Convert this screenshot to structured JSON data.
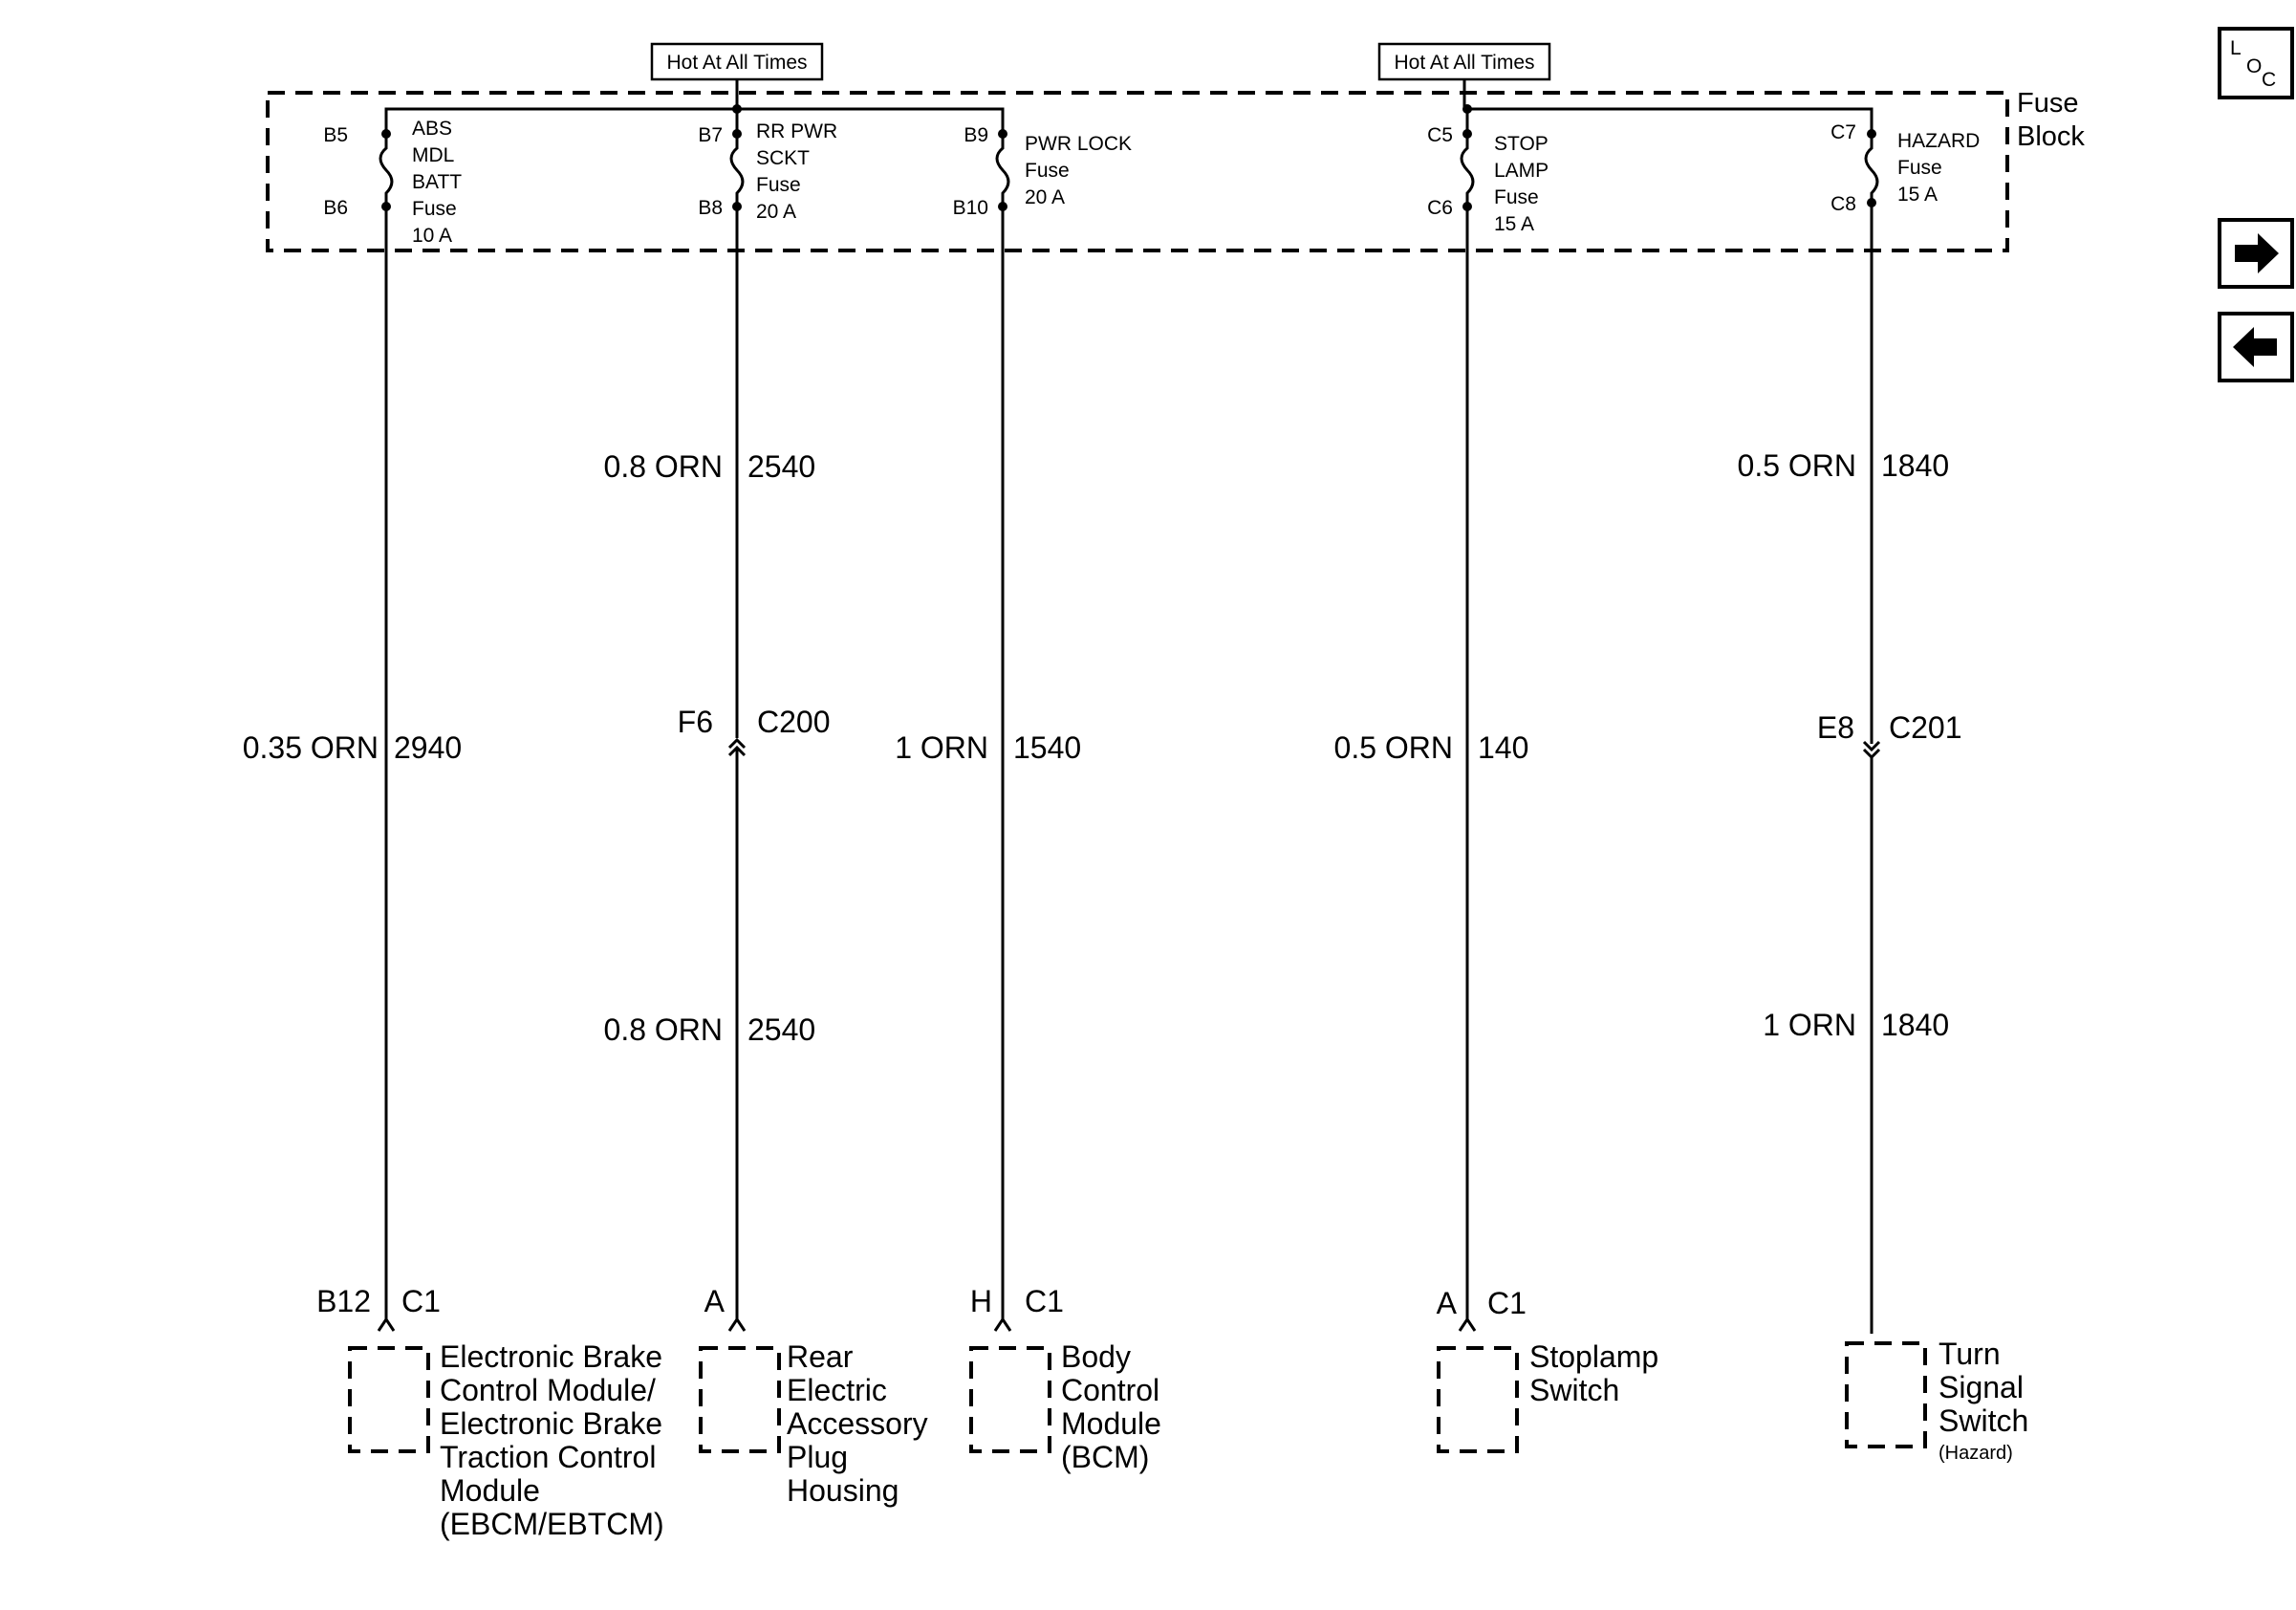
{
  "hot_labels": [
    "Hot At All Times",
    "Hot At All Times"
  ],
  "fuse_block_label": [
    "Fuse",
    "Block"
  ],
  "fuses": [
    {
      "top_pin": "B5",
      "bottom_pin": "B6",
      "label": [
        "ABS",
        "MDL",
        "BATT",
        "Fuse",
        "10 A"
      ]
    },
    {
      "top_pin": "B7",
      "bottom_pin": "B8",
      "label": [
        "RR PWR",
        "SCKT",
        "Fuse",
        "20 A"
      ]
    },
    {
      "top_pin": "B9",
      "bottom_pin": "B10",
      "label": [
        "PWR LOCK",
        "Fuse",
        "20 A"
      ]
    },
    {
      "top_pin": "C5",
      "bottom_pin": "C6",
      "label": [
        "STOP",
        "LAMP",
        "Fuse",
        "15 A"
      ]
    },
    {
      "top_pin": "C7",
      "bottom_pin": "C8",
      "label": [
        "HAZARD",
        "Fuse",
        "15 A"
      ]
    }
  ],
  "wire_labels": [
    {
      "wire": "0.8 ORN",
      "circuit": "2540"
    },
    {
      "wire": "0.5 ORN",
      "circuit": "1840"
    },
    {
      "wire": "0.35 ORN",
      "circuit": "2940"
    },
    {
      "wire": "1 ORN",
      "circuit": "1540"
    },
    {
      "wire": "0.5 ORN",
      "circuit": "140"
    },
    {
      "wire": "0.8 ORN",
      "circuit": "2540"
    },
    {
      "wire": "1 ORN",
      "circuit": "1840"
    }
  ],
  "inline_connectors": [
    {
      "pin": "F6",
      "name": "C200"
    },
    {
      "pin": "E8",
      "name": "C201"
    }
  ],
  "components": [
    {
      "pin": "B12",
      "connector": "C1",
      "label": [
        "Electronic Brake",
        "Control Module/",
        "Electronic Brake",
        "Traction Control",
        "Module",
        "(EBCM/EBTCM)"
      ]
    },
    {
      "pin": "A",
      "connector": "",
      "label": [
        "Rear",
        "Electric",
        "Accessory",
        "Plug",
        "Housing"
      ]
    },
    {
      "pin": "H",
      "connector": "C1",
      "label": [
        "Body",
        "Control",
        "Module",
        "(BCM)"
      ]
    },
    {
      "pin": "A",
      "connector": "C1",
      "label": [
        "Stoplamp",
        "Switch"
      ]
    },
    {
      "pin": "",
      "connector": "",
      "label": [
        "Turn",
        "Signal",
        "Switch"
      ],
      "sublabel": "(Hazard)"
    }
  ],
  "nav": {
    "loc_icon": [
      "L",
      "O",
      "C"
    ]
  }
}
